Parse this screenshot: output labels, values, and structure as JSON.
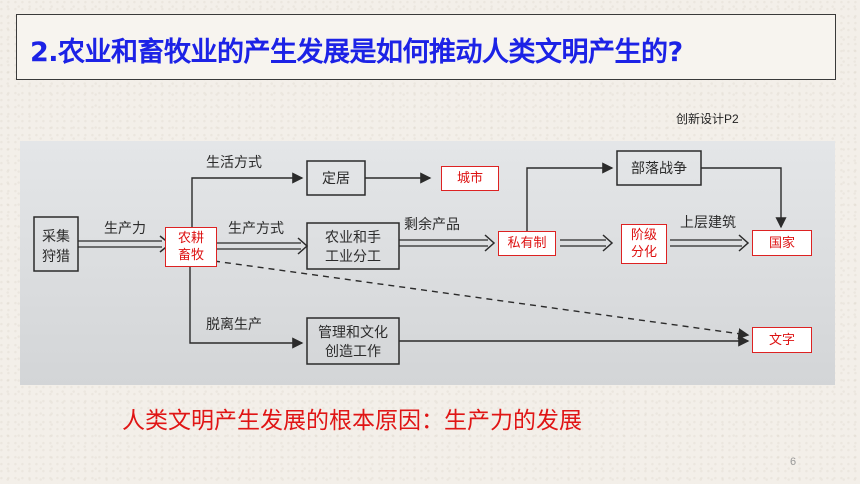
{
  "title": "2.农业和畜牧业的产生发展是如何推动人类文明产生的?",
  "source_note": "创新设计P2",
  "diagram": {
    "nodes": {
      "gathering_hunting": [
        "采集",
        "狩猎"
      ],
      "agriculture_herding": [
        "农耕",
        "畜牧"
      ],
      "settlement": "定居",
      "city": "城市",
      "agri_handicraft_division": [
        "农业和手",
        "工业分工"
      ],
      "private_ownership": "私有制",
      "class_differentiation": [
        "阶级",
        "分化"
      ],
      "state": "国家",
      "tribal_war": "部落战争",
      "management_culture": [
        "管理和文化",
        "创造工作"
      ],
      "writing": "文字"
    },
    "edge_labels": {
      "productivity": "生产力",
      "way_of_life": "生活方式",
      "production_mode": "生产方式",
      "surplus_products": "剩余产品",
      "superstructure": "上层建筑",
      "detached_from_production": "脱离生产"
    }
  },
  "conclusion": "人类文明产生发展的根本原因：生产力的发展",
  "page_number": "6"
}
